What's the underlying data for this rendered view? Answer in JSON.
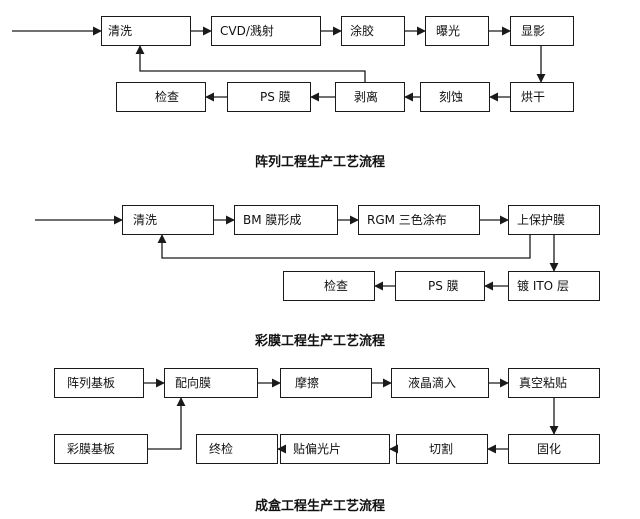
{
  "array_process": {
    "caption": "阵列工程生产工艺流程",
    "steps": {
      "clean": "清洗",
      "cvd_sputter": "CVD/溅射",
      "coating": "涂胶",
      "exposure": "曝光",
      "develop": "显影",
      "bake": "烘干",
      "etch": "刻蚀",
      "strip": "剥离",
      "ps_film": "PS 膜",
      "inspect": "检查"
    }
  },
  "color_filter_process": {
    "caption": "彩膜工程生产工艺流程",
    "steps": {
      "clean": "清洗",
      "bm_forming": "BM 膜形成",
      "rgb_coating": "RGM 三色涂布",
      "overcoat": "上保护膜",
      "ito_layer": "镀 ITO 层",
      "ps_film": "PS 膜",
      "inspect": "检查"
    }
  },
  "cell_process": {
    "caption": "成盒工程生产工艺流程",
    "steps": {
      "array_substrate": "阵列基板",
      "cf_substrate": "彩膜基板",
      "alignment_film": "配向膜",
      "rubbing": "摩擦",
      "lc_drop": "液晶滴入",
      "vacuum_bond": "真空粘贴",
      "cure": "固化",
      "cut": "切割",
      "polarizer": "贴偏光片",
      "final_inspect": "终检"
    }
  }
}
